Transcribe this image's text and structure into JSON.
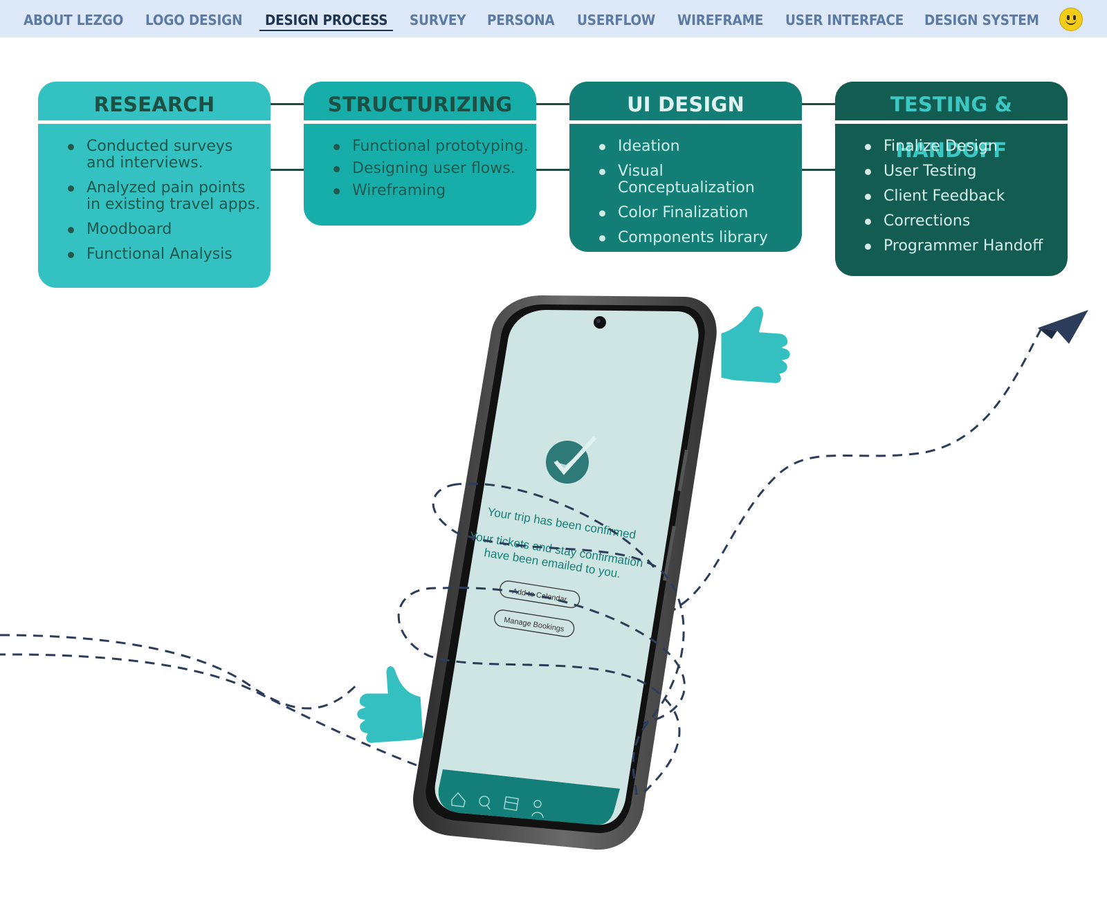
{
  "nav": {
    "items": [
      {
        "label": "ABOUT LEZGO"
      },
      {
        "label": "LOGO DESIGN"
      },
      {
        "label": "DESIGN PROCESS",
        "active": true
      },
      {
        "label": "SURVEY"
      },
      {
        "label": "PERSONA"
      },
      {
        "label": "USERFLOW"
      },
      {
        "label": "WIREFRAME"
      },
      {
        "label": "USER INTERFACE"
      },
      {
        "label": "DESIGN SYSTEM"
      }
    ],
    "avatar_icon": "smiley-face-icon"
  },
  "process": [
    {
      "title": "RESEARCH",
      "colors": {
        "bg": "#34c1c1",
        "title": "#1d4f45",
        "text": "#20584c"
      },
      "items": [
        "Conducted surveys\nand interviews.",
        "Analyzed pain points\nin existing travel apps.",
        "Moodboard",
        "Functional Analysis"
      ]
    },
    {
      "title": "STRUCTURIZING",
      "colors": {
        "bg": "#17aea9",
        "title": "#1d4f45",
        "text": "#1f5a50"
      },
      "items": [
        "Functional prototyping.",
        "Designing user flows.",
        "Wireframing"
      ]
    },
    {
      "title": "UI DESIGN",
      "colors": {
        "bg": "#137e76",
        "title": "#dff4f0",
        "text": "#cfeee8"
      },
      "items": [
        "Ideation",
        "Visual Conceptualization",
        "Color Finalization",
        "Components library"
      ]
    },
    {
      "title": "TESTING & HANDOFF",
      "colors": {
        "bg": "#125c52",
        "title": "#3bc8c3",
        "text": "#d4ede8"
      },
      "items": [
        "Finalize Design",
        "User Testing",
        "Client Feedback",
        "Corrections",
        "Programmer Handoff"
      ]
    }
  ],
  "phone": {
    "confirm_title": "Your trip has been confirmed",
    "confirm_body_1": "Your tickets and stay confirmation",
    "confirm_body_2": "have been emailed to you.",
    "add_calendar": "Add to Calendar",
    "manage_bookings": "Manage Bookings",
    "tab_icons": [
      "home-icon",
      "search-icon",
      "calendar-icon",
      "profile-icon"
    ],
    "colors": {
      "screen": "#cfe5e3",
      "accent": "#147f78",
      "frame": "#4a4a4a"
    }
  },
  "decor": {
    "icons": [
      "thumbs-up-icon",
      "thumbs-up-icon",
      "paper-plane-icon",
      "check-icon"
    ],
    "dash_color": "#2b3d5a"
  }
}
